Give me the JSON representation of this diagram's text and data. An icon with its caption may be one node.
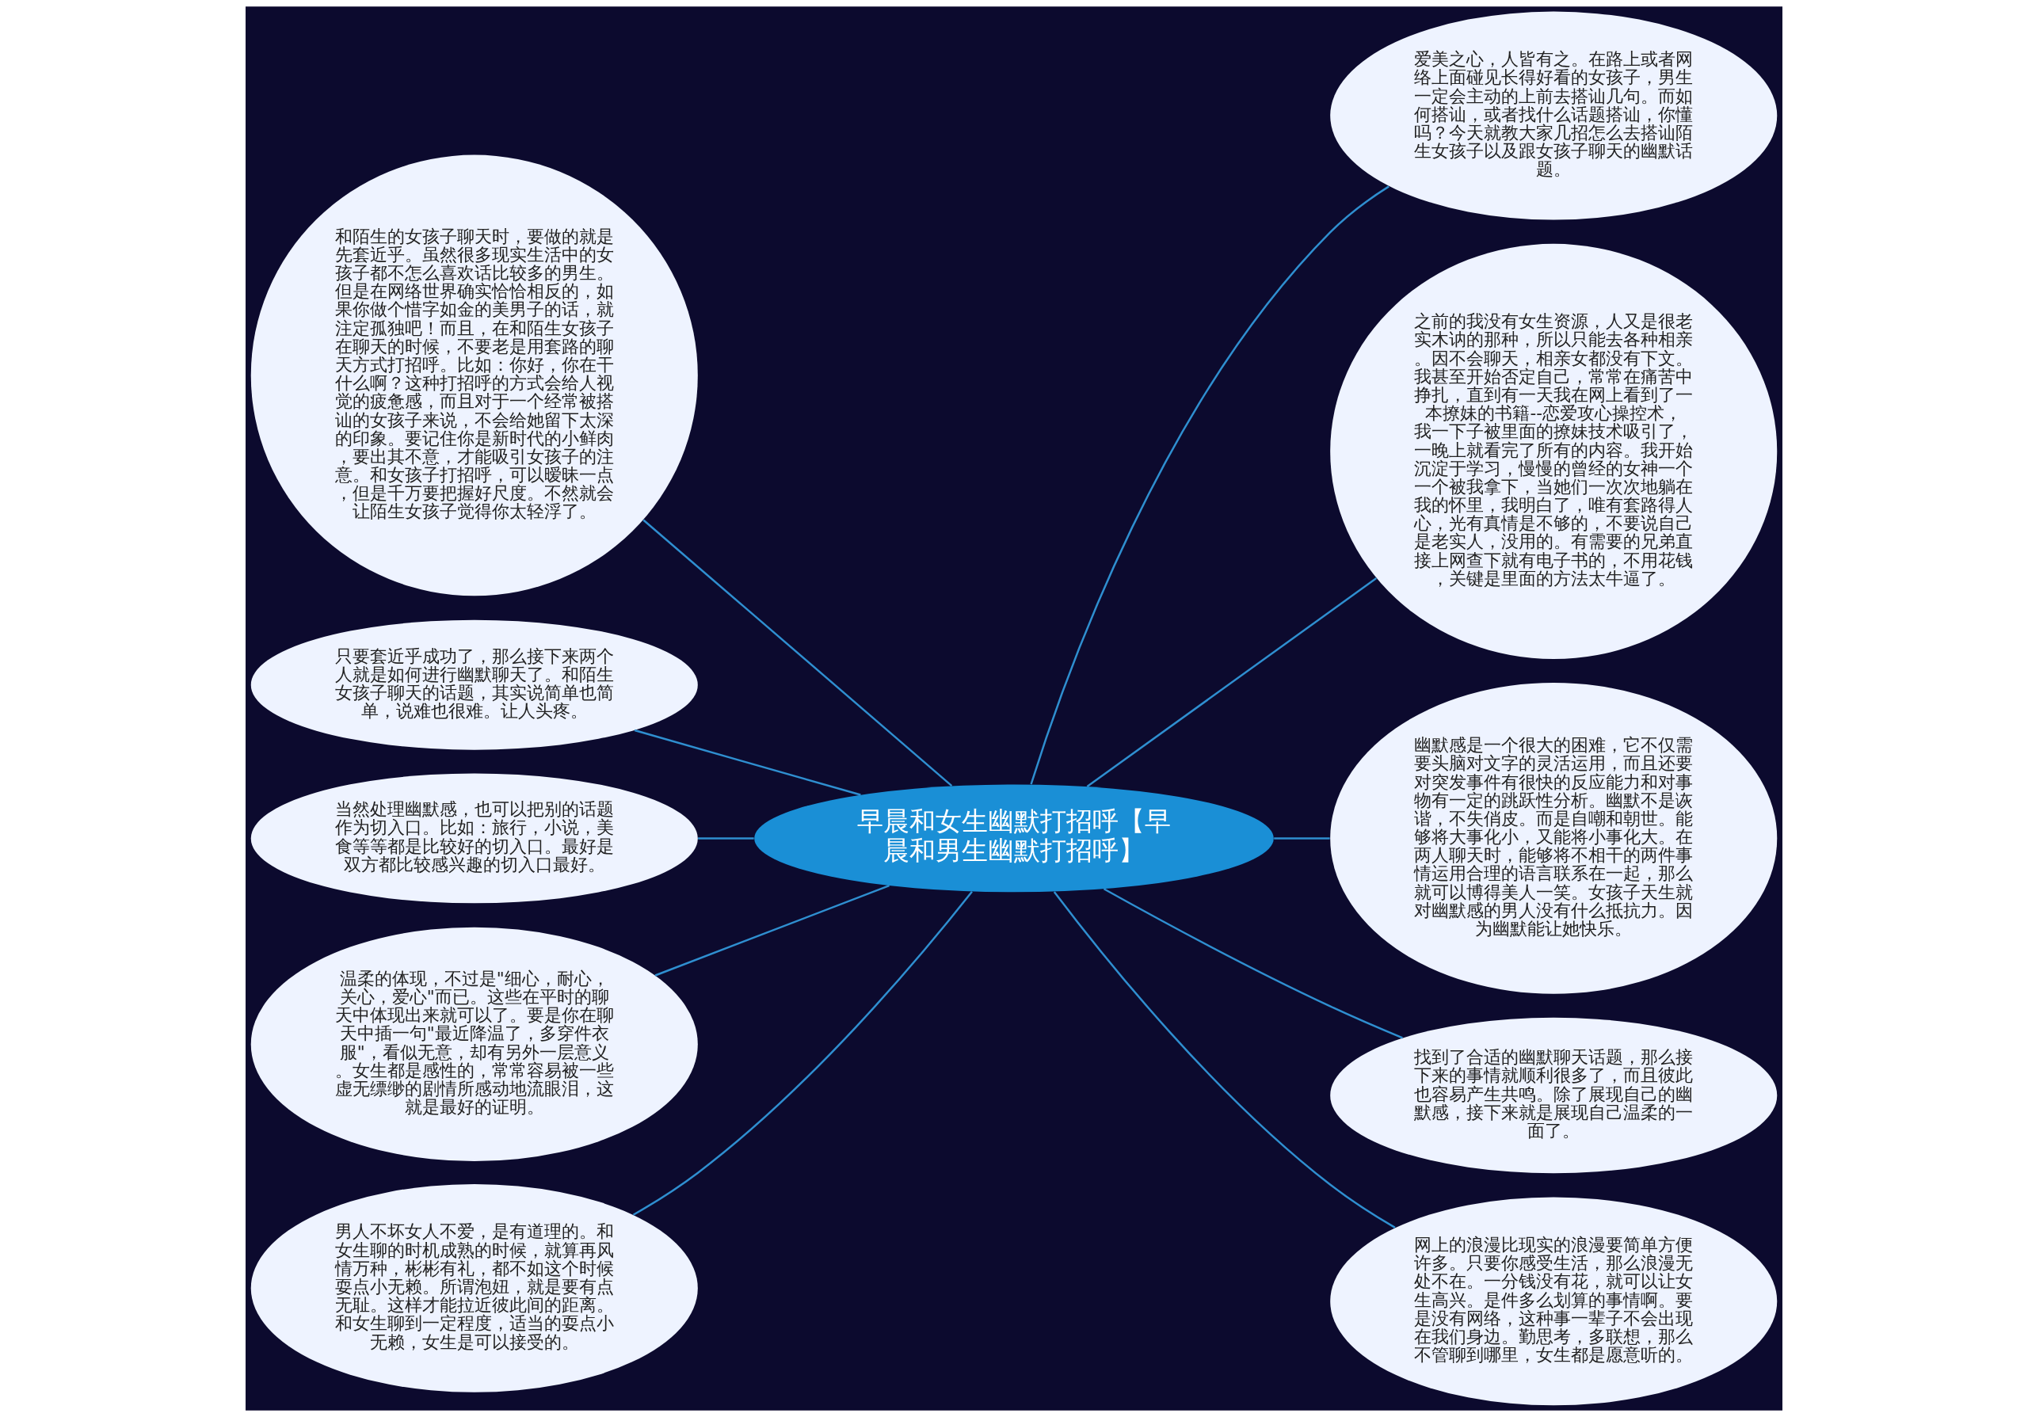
{
  "diagram": {
    "nodes": [
      {
        "text": [
          "早晨和女生幽默打招呼【早晨和男生幽默打招呼】"
        ]
      },
      {
        "text": [
          "爱美之心，人皆有之。在路上或者网络上面碰见长得好看的女孩子，男生一定会主动的上前去搭讪几句。而如何搭讪，或者找什么话题搭讪，你懂吗？今天就教大家几招怎么去搭讪陌生女孩子以及跟女孩子聊天的幽默话题。"
        ]
      },
      {
        "text": [
          "之前的我没有女生资源，人又是很老实木讷的那种，所以只能去各种相亲。因不会聊天，相亲女都没有下文。我甚至开始否定自己，常常在痛苦中挣扎，直到有一天我在网上看到了一本撩妹的书籍--恋爱攻心操控术，我一下子被里面的撩妹技术吸引了，一晚上就看完了所有的内容。我开始沉淀于学习，慢慢的曾经的女神一个一个被我拿下，当她们一次次地躺在我的怀里，我明白了，唯有套路得人心，光有真情是不够的，不要说自己是老实人，没用的。有需要的兄弟直接上网查下就有电子书的，不用花钱，关键是里面的方法太牛逼了。"
        ]
      },
      {
        "text": [
          "幽默感是一个很大的困难，它不仅需要头脑对文字的灵活运用，而且还要对突发事件有很快的反应能力和对事物有一定的跳跃性分析。幽默不是诙谐，不失俏皮。而是自嘲和朝世。能够将大事化小，又能将小事化大。在两人聊天时，能够将不相干的两件事情运用合理的语言联系在一起，那么就可以博得美人一笑。女孩子天生就对幽默感的男人没有什么抵抗力。因为幽默能让她快乐。"
        ]
      },
      {
        "text": [
          "找到了合适的幽默聊天话题，那么接下来的事情就顺利很多了，而且彼此也容易产生共鸣。除了展现自己的幽默感，接下来就是展现自己温柔的一面了。"
        ]
      },
      {
        "text": [
          "网上的浪漫比现实的浪漫要简单方便许多。只要你感受生活，那么浪漫无处不在。一分钱没有花，就可以让女生高兴。是件多么划算的事情啊。要是没有网络，这种事一辈子不会出现在我们身边。勤思考，多联想，那么不管聊到哪里，女生都是愿意听的。"
        ]
      },
      {
        "text": [
          "和陌生的女孩子聊天时，要做的就是先套近乎。虽然很多现实生活中的女孩子都不怎么喜欢话比较多的男生。但是在网络世界确实恰恰相反的，如果你做个惜字如金的美男子的话，就注定孤独吧！而且，在和陌生女孩子在聊天的时候，不要老是用套路的聊天方式打招呼。比如：你好，你在干什么啊？这种打招呼的方式会给人视觉的疲惫感，而且对于一个经常被搭讪的女孩子来说，不会给她留下太深的印象。要记住你是新时代的小鲜肉，要出其不意，才能吸引女孩子的注意。和女孩子打招呼，可以暧昧一点，但是千万要把握好尺度。不然就会让陌生女孩子觉得你太轻浮了。"
        ]
      },
      {
        "text": [
          "只要套近乎成功了，那么接下来两个人就是如何进行幽默聊天了。和陌生女孩子聊天的话题，其实说简单也简单，说难也很难。让人头疼。"
        ]
      },
      {
        "text": [
          "当然处理幽默感，也可以把别的话题作为切入口。比如：旅行，小说，美食等等都是比较好的切入口。最好是双方都比较感兴趣的切入口最好。"
        ]
      },
      {
        "text": [
          "温柔的体现，不过是\"细心，耐心，关心，爱心\"而已。这些在平时的聊天中体现出来就可以了。要是你在聊天中插一句\"最近降温了，多穿件衣服\"，看似无意，却有另外一层意义。女生都是感性的，常常容易被一些虚无缥缈的剧情所感动地流眼泪，这就是最好的证明。"
        ]
      },
      {
        "text": [
          "男人不坏女人不爱，是有道理的。和女生聊的时机成熟的时候，就算再风情万种，彬彬有礼，都不如这个时候耍点小无赖。所谓泡妞，就是要有点无耻。这样才能拉近彼此间的距离。和女生聊到一定程度，适当的耍点小无赖，女生是可以接受的。"
        ]
      }
    ],
    "edges": [
      {
        "from": 0,
        "to": 1,
        "arrow": "none"
      },
      {
        "from": 0,
        "to": 2,
        "arrow": "none"
      },
      {
        "from": 0,
        "to": 3,
        "arrow": "none"
      },
      {
        "from": 0,
        "to": 4,
        "arrow": "none"
      },
      {
        "from": 0,
        "to": 5,
        "arrow": "none"
      },
      {
        "from": 0,
        "to": 6,
        "arrow": "none"
      },
      {
        "from": 0,
        "to": 7,
        "arrow": "none"
      },
      {
        "from": 0,
        "to": 8,
        "arrow": "none"
      },
      {
        "from": 0,
        "to": 9,
        "arrow": "none"
      },
      {
        "from": 0,
        "to": 10,
        "arrow": "none"
      }
    ]
  }
}
